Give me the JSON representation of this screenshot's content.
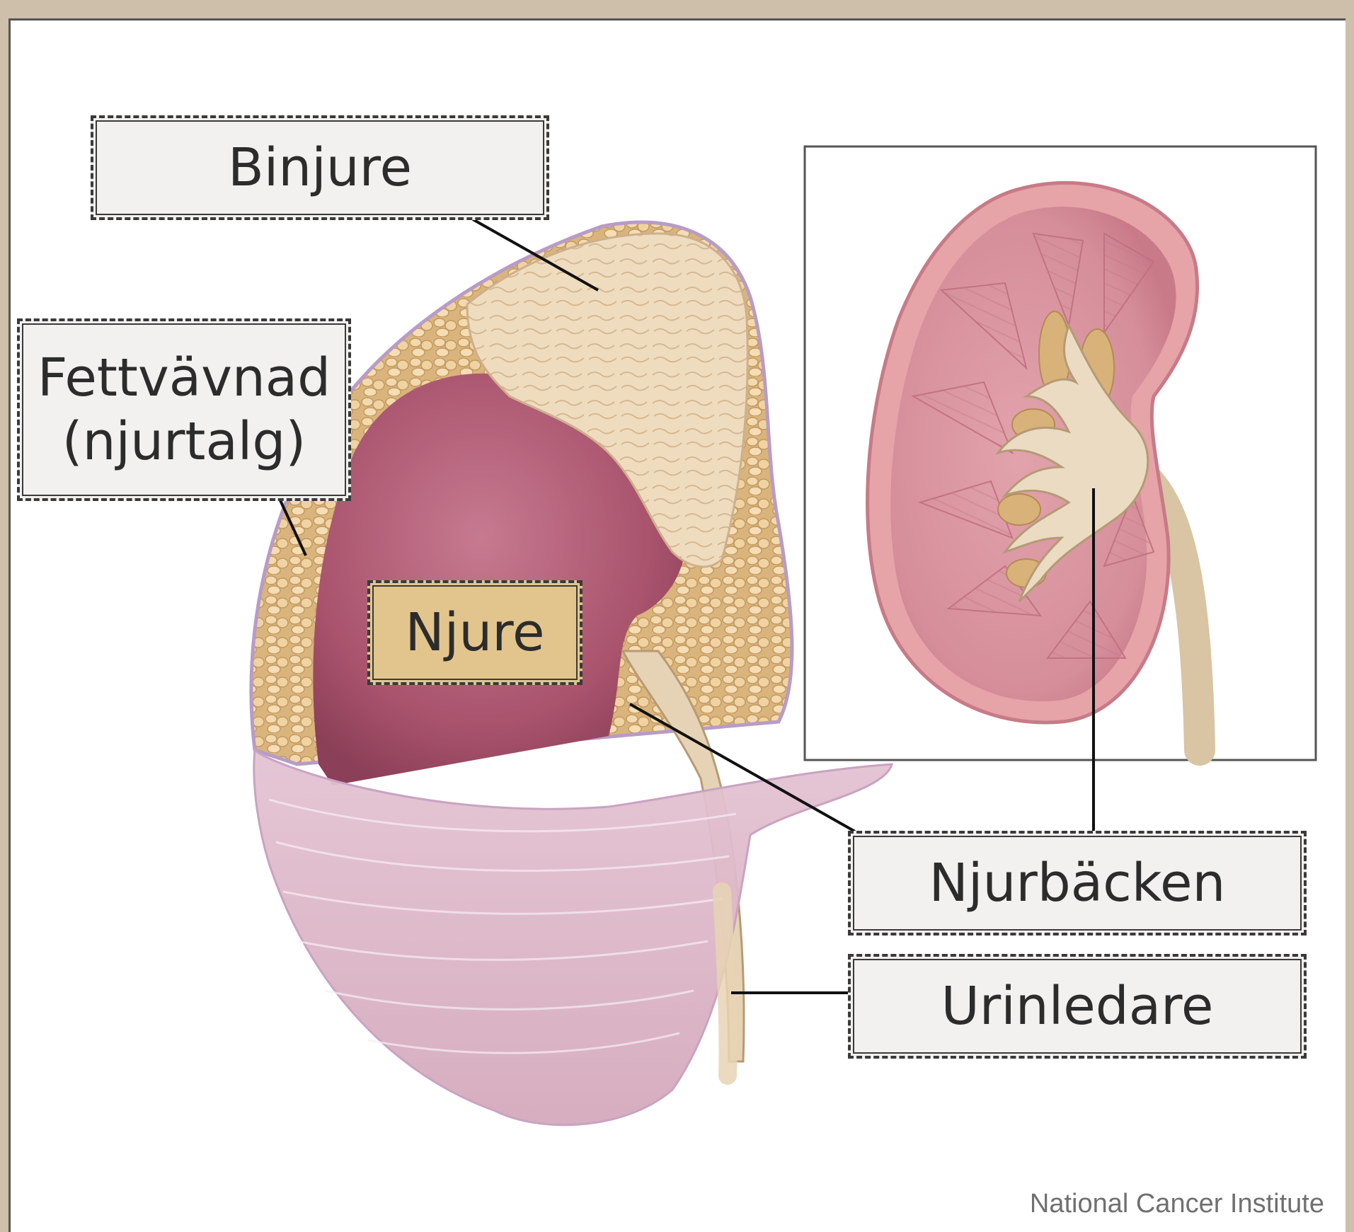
{
  "labels": {
    "binjure": "Binjure",
    "fettvavnad_line1": "Fettvävnad",
    "fettvavnad_line2": "(njurtalg)",
    "njure": "Njure",
    "njurbacken": "Njurbäcken",
    "urinledare": "Urinledare"
  },
  "credit": "National Cancer Institute",
  "colors": {
    "kidney": "#b4627b",
    "fat": "#e9c998",
    "adrenal": "#f1dcbd",
    "capsule": "#dcb3c6",
    "label_highlight": "#e2c58d",
    "label_bg": "#f2f1ef"
  }
}
